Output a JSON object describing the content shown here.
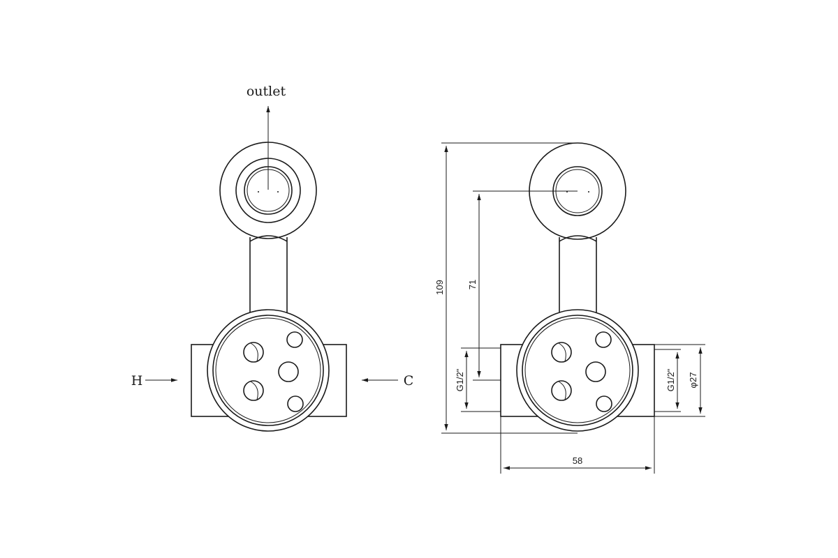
{
  "left_view": {
    "outlet_label": "outlet",
    "hot_label": "H",
    "cold_label": "C"
  },
  "right_view": {
    "dim_height_total": "109",
    "dim_height_center": "71",
    "dim_thread_left": "G1/2\"",
    "dim_thread_right": "G1/2\"",
    "dim_diameter": "φ27",
    "dim_width": "58"
  }
}
